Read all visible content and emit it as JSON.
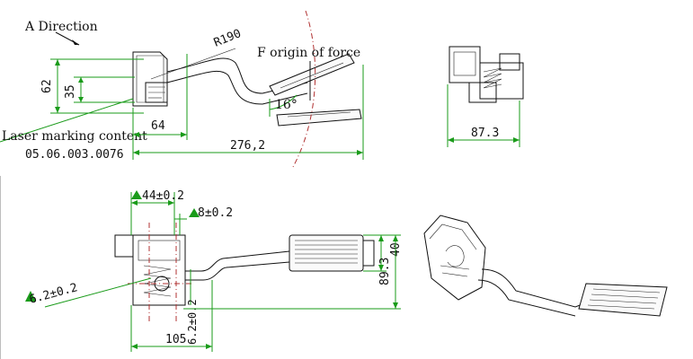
{
  "labels": {
    "a_direction": "A Direction",
    "origin_of_force": "F origin of force",
    "laser_marking": "Laser marking content",
    "part_number": "05.06.003.0076",
    "radius": "R190",
    "angle": "16°"
  },
  "top_dims": {
    "d62": "62",
    "d35": "35",
    "d64": "64",
    "d276": "276,2",
    "d87": "87.3"
  },
  "bottom_dims": {
    "d44": "44±0.2",
    "d8": "8±0.2",
    "d6": "6.2±0.2",
    "d6v": "6.2±0.2",
    "d105": "105",
    "d40": "40",
    "d89": "89.3"
  },
  "colors": {
    "dimension": "#1a9b1a",
    "centerline": "#b03030",
    "line": "#111111"
  }
}
